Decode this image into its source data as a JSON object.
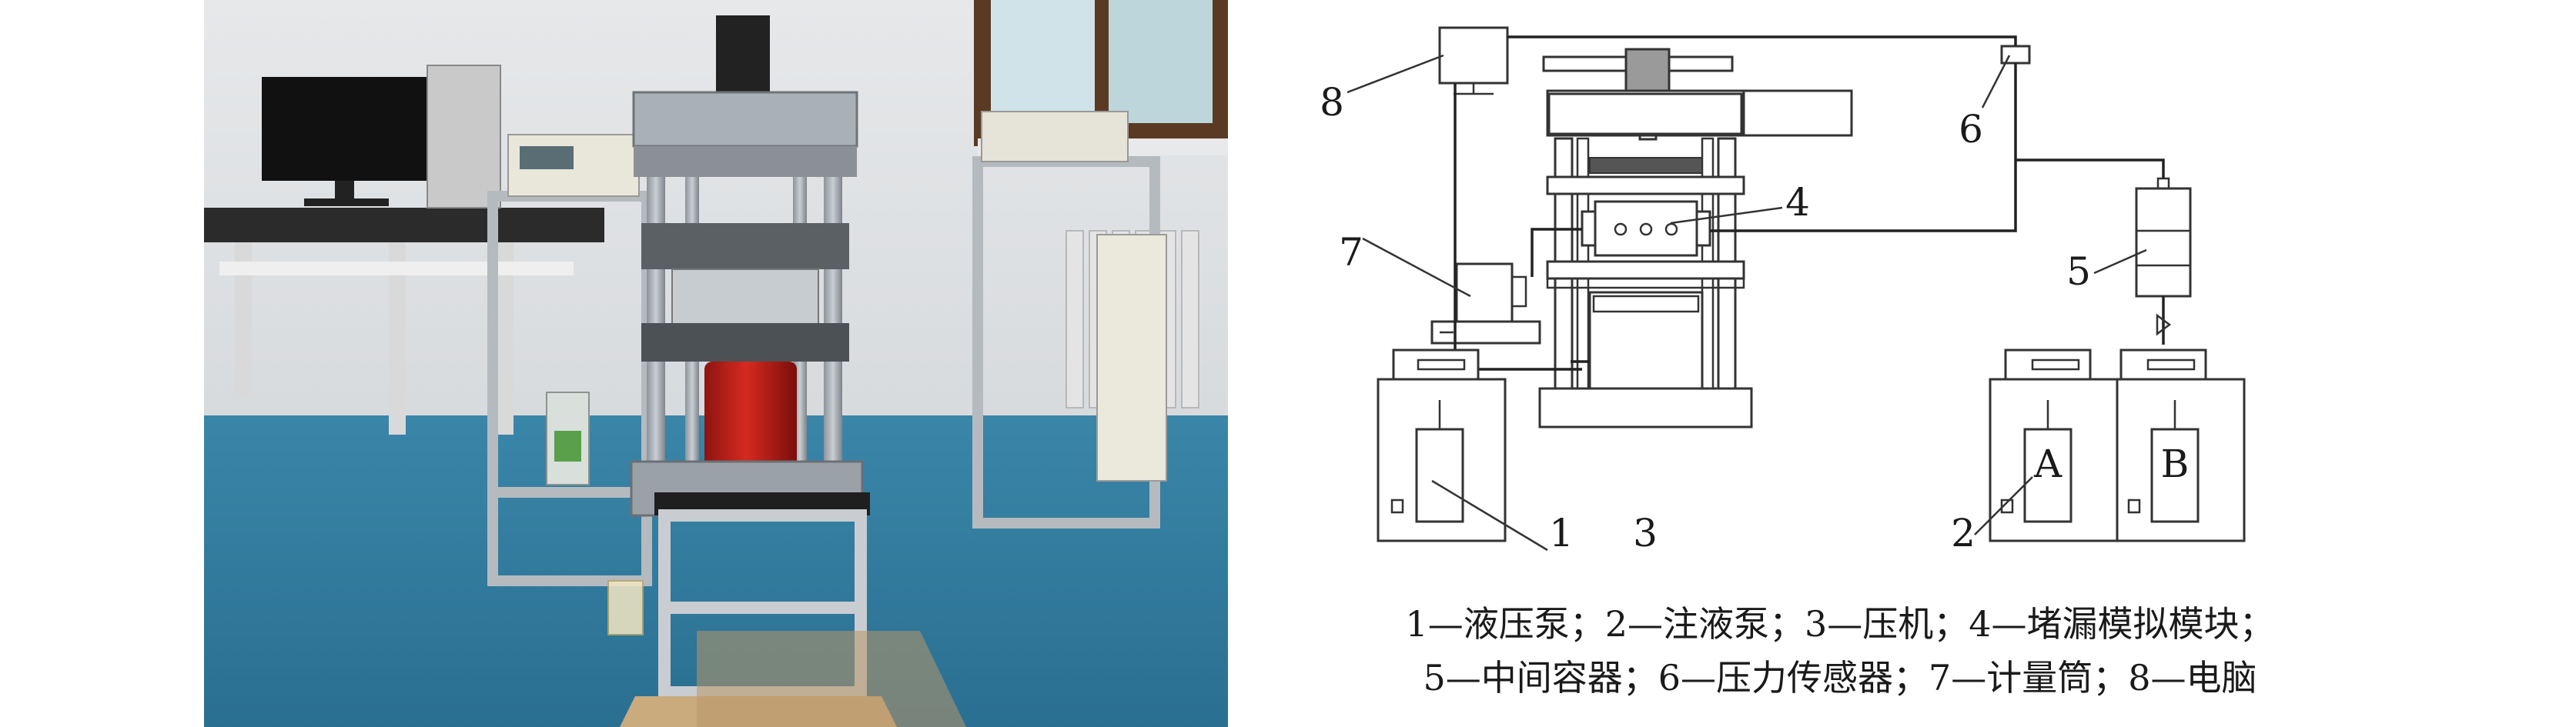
{
  "figure": {
    "labels": {
      "n1": "1",
      "n2": "2",
      "n3": "3",
      "n4": "4",
      "n5": "5",
      "n6": "6",
      "n7": "7",
      "n8": "8",
      "container_a": "A",
      "container_b": "B"
    },
    "caption": {
      "line1": "1—液压泵；2—注液泵；3—压机；4—堵漏模拟模块；",
      "line2": "5—中间容器；6—压力传感器；7—计量筒；8—电脑"
    }
  }
}
